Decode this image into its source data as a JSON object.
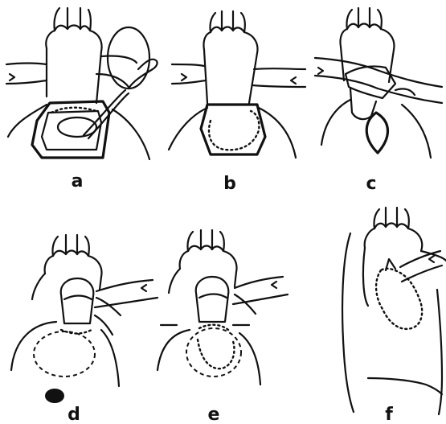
{
  "figure": {
    "panels": [
      {
        "id": "a",
        "label": "a"
      },
      {
        "id": "b",
        "label": "b"
      },
      {
        "id": "c",
        "label": "c"
      },
      {
        "id": "d",
        "label": "d"
      },
      {
        "id": "e",
        "label": "e"
      },
      {
        "id": "f",
        "label": "f"
      }
    ],
    "colors": {
      "ink": "#111111",
      "paper": "#ffffff"
    }
  }
}
